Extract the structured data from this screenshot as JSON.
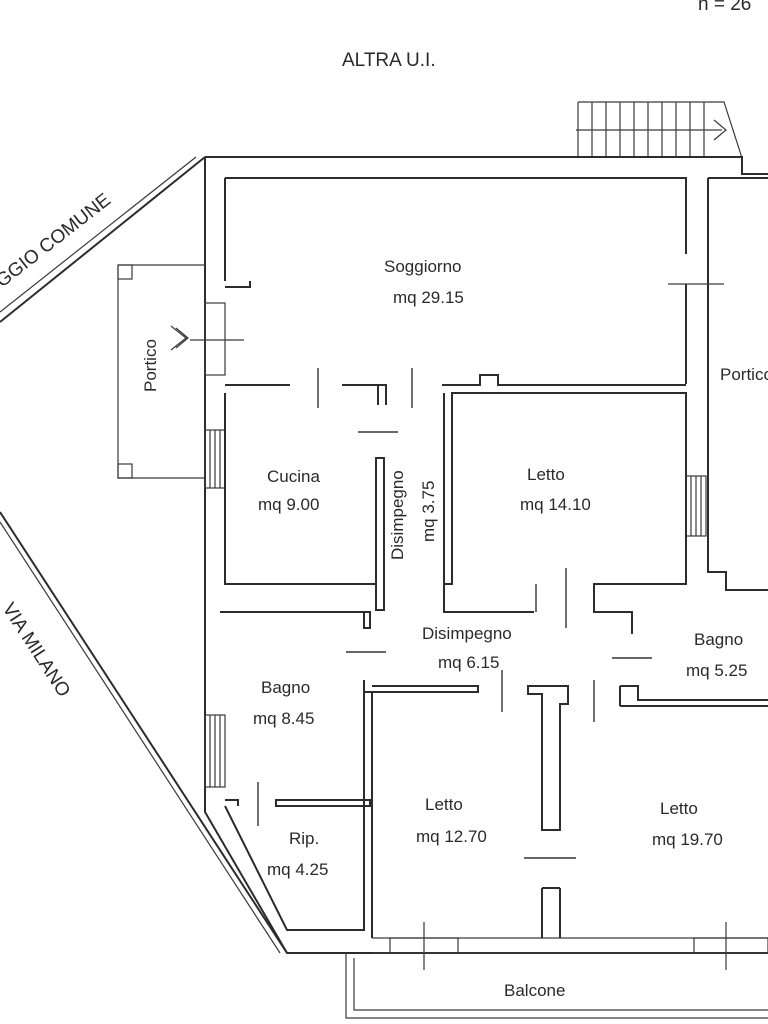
{
  "header": {
    "corner_text": "n = 26",
    "neighbor_unit": "ALTRA U.I."
  },
  "boundaries": {
    "passage": "GGIO COMUNE",
    "street": "VIA MILANO"
  },
  "rooms": {
    "soggiorno": {
      "name": "Soggiorno",
      "area": "mq 29.15"
    },
    "cucina": {
      "name": "Cucina",
      "area": "mq 9.00"
    },
    "disimpegno_vertical": {
      "name": "Disimpegno",
      "area": "mq 3.75"
    },
    "letto_center": {
      "name": "Letto",
      "area": "mq 14.10"
    },
    "portico_left": {
      "name": "Portico"
    },
    "portico_right": {
      "name": "Portico"
    },
    "disimpegno_main": {
      "name": "Disimpegno",
      "area": "mq 6.15"
    },
    "bagno_right": {
      "name": "Bagno",
      "area": "mq 5.25"
    },
    "bagno_left": {
      "name": "Bagno",
      "area": "mq 8.45"
    },
    "ripostiglio": {
      "name": "Rip.",
      "area": "mq 4.25"
    },
    "letto_bottom_left": {
      "name": "Letto",
      "area": "mq 12.70"
    },
    "letto_bottom_right": {
      "name": "Letto",
      "area": "mq 19.70"
    },
    "balcone": {
      "name": "Balcone"
    }
  },
  "colors": {
    "line": "#2c2c2c",
    "paper": "#ffffff"
  }
}
